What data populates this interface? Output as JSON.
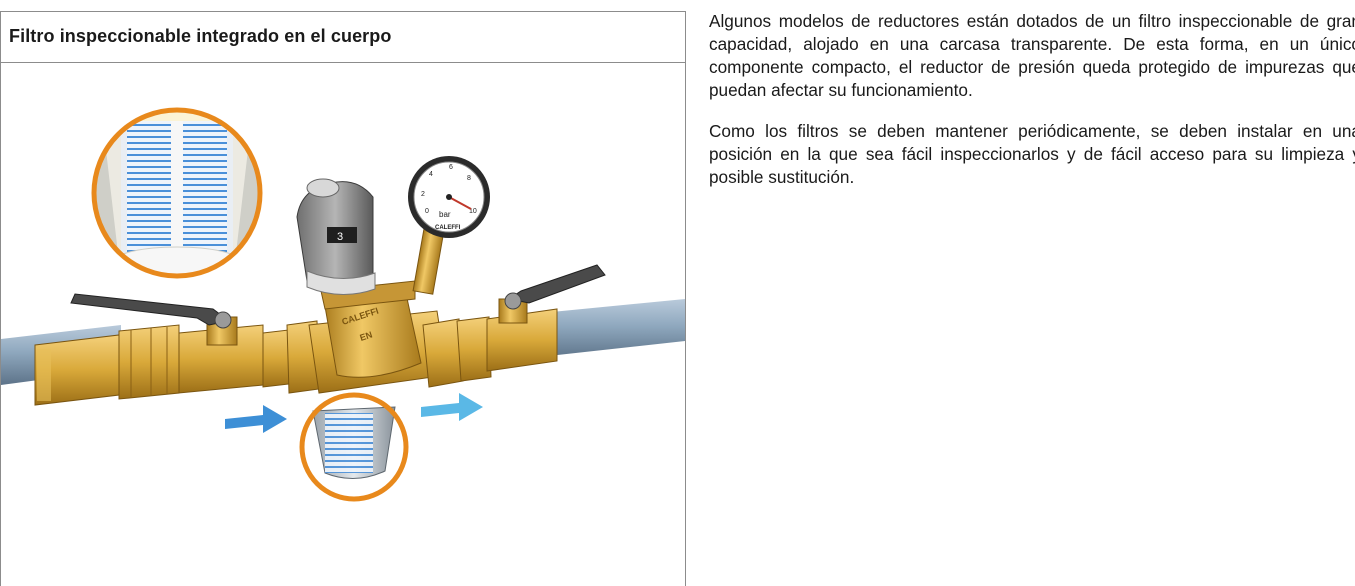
{
  "figure": {
    "title": "Filtro inspeccionable integrado en el cuerpo",
    "gauge_unit": "bar",
    "gauge_scale": [
      "0",
      "2",
      "4",
      "6",
      "8",
      "10"
    ],
    "brand_label": "CALEFFI",
    "dial_setting": "3",
    "body_marking": "EN"
  },
  "text": {
    "paragraph_1": "Algunos modelos de reductores están dotados de un filtro inspeccionable de gran capacidad, alojado en una carcasa transparente. De esta forma, en un único componente compacto, el reductor de presión queda protegido de impurezas que puedan afectar su funcionamiento.",
    "paragraph_2": "Como los filtros se deben mantener periódicamente, se deben instalar en una posición en la que sea fácil inspeccionarlos y de fácil acceso para su limpieza y posible sustitución."
  },
  "colors": {
    "brass": "#d9a93a",
    "pipe": "#8fa8be",
    "highlight_ring": "#e8891c",
    "flow_arrow_left": "#3d8fd6",
    "flow_arrow_right": "#5ab8e6",
    "handle": "#4a4a4a",
    "filter_mesh": "#4a90d9"
  }
}
